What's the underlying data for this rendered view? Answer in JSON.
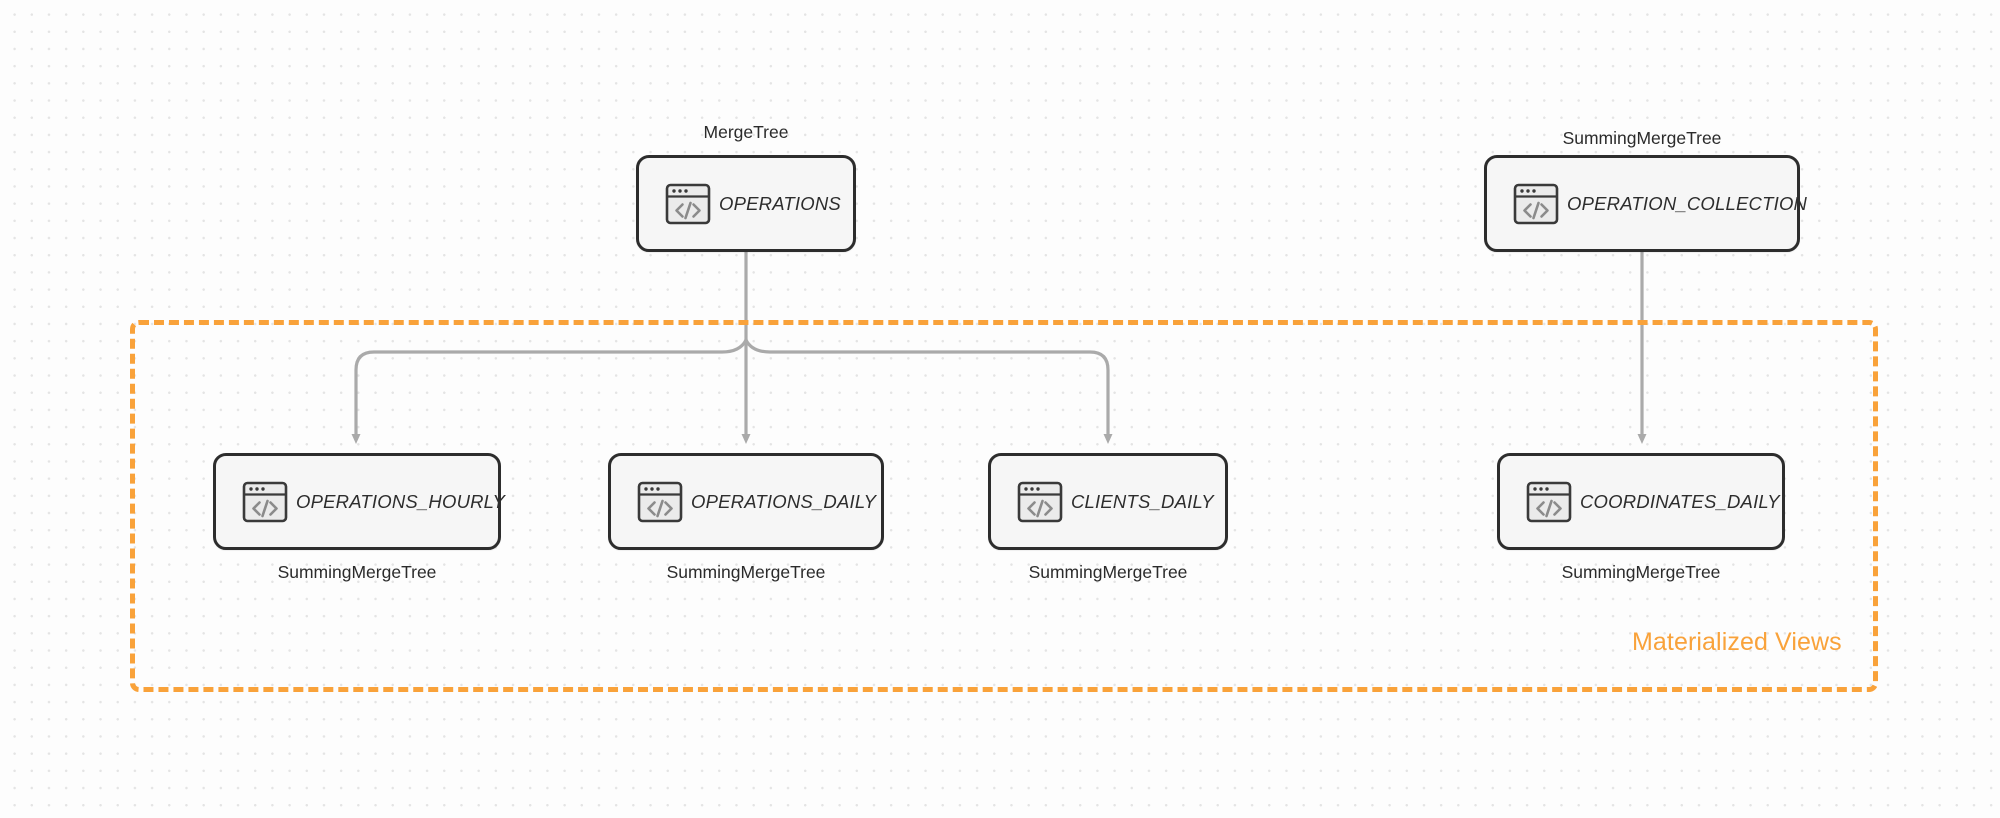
{
  "diagram": {
    "background_color": "#fdfdfd",
    "grid_dot_color": "#e4e4e4",
    "node_border_color": "#2d2d2d",
    "node_fill_color": "#f6f6f6",
    "edge_color": "#aaaaaa",
    "group_color": "#f9a23a",
    "icon_name": "code-window-icon"
  },
  "group": {
    "label": "Materialized Views"
  },
  "nodes": {
    "operations": {
      "title": "OPERATIONS",
      "caption": "MergeTree",
      "caption_position": "above"
    },
    "operation_collection": {
      "title": "OPERATION_COLLECTION",
      "caption": "SummingMergeTree",
      "caption_position": "above"
    },
    "operations_hourly": {
      "title": "OPERATIONS_HOURLY",
      "caption": "SummingMergeTree",
      "caption_position": "below"
    },
    "operations_daily": {
      "title": "OPERATIONS_DAILY",
      "caption": "SummingMergeTree",
      "caption_position": "below"
    },
    "clients_daily": {
      "title": "CLIENTS_DAILY",
      "caption": "SummingMergeTree",
      "caption_position": "below"
    },
    "coordinates_daily": {
      "title": "COORDINATES_DAILY",
      "caption": "SummingMergeTree",
      "caption_position": "below"
    }
  }
}
